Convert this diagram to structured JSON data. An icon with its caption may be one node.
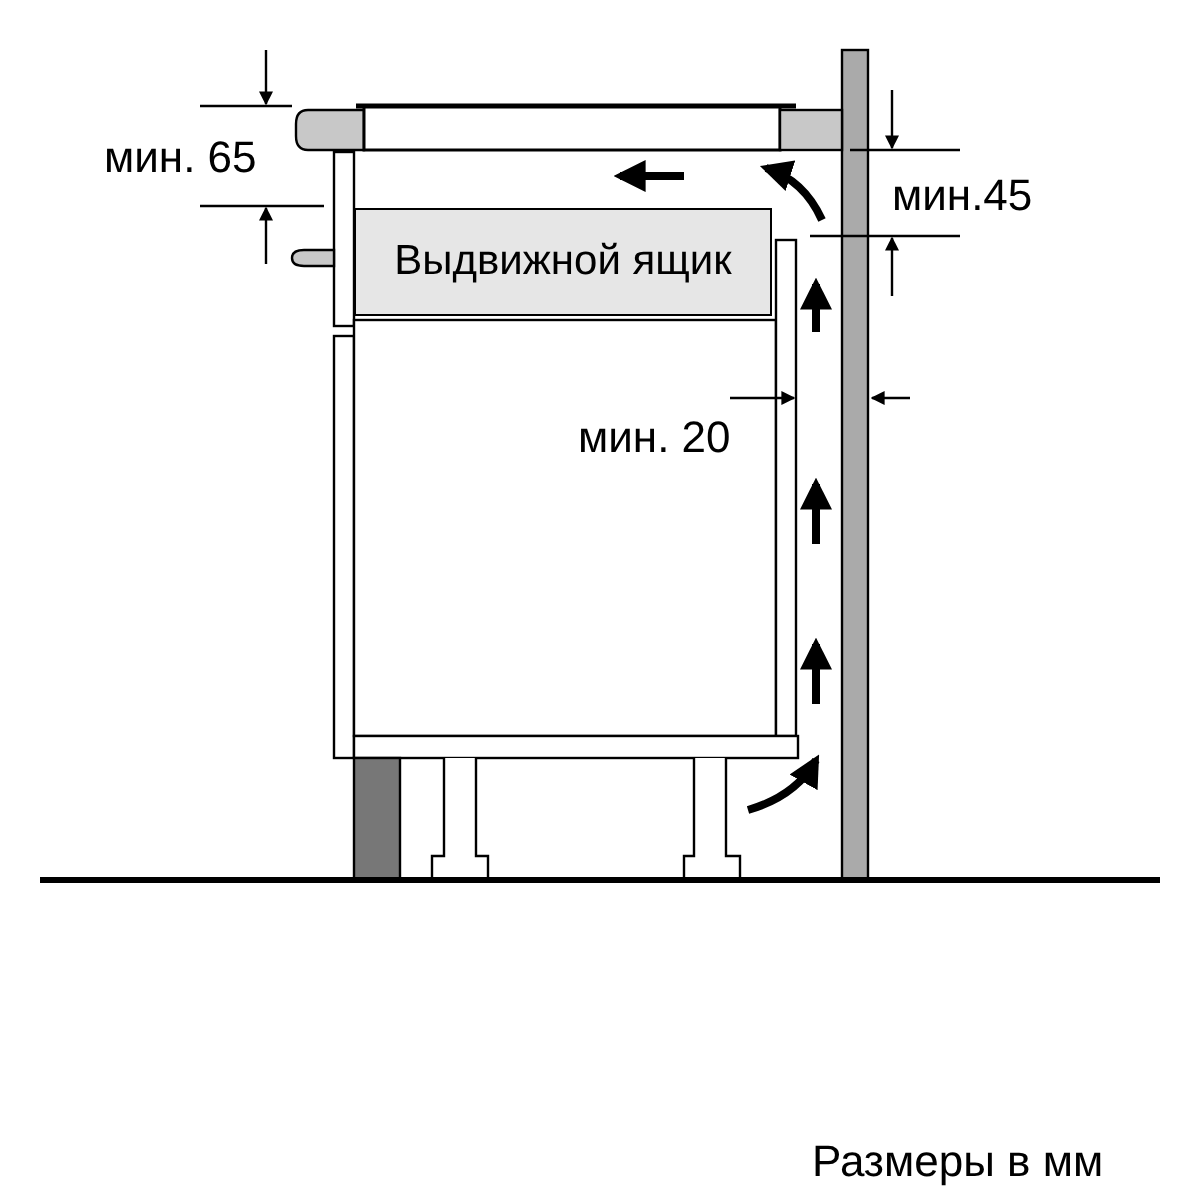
{
  "diagram": {
    "nodes": [
      {
        "text": [
          "Выдвижной ящик"
        ]
      }
    ],
    "labels": [
      "мин. 65",
      "мин.45",
      "мин. 20",
      "Размеры в мм"
    ]
  }
}
